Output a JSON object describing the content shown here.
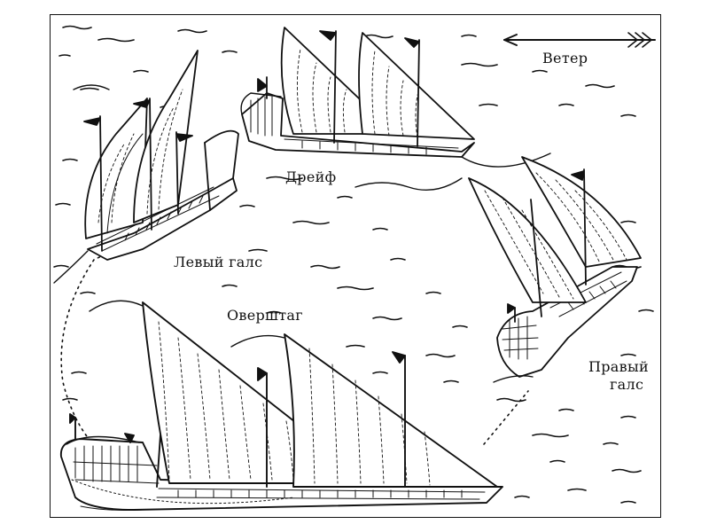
{
  "labels": {
    "wind": "Ветер",
    "drift": "Дрейф",
    "left_tack": "Левый галс",
    "tacking": "Оверштаг",
    "right_tack_line1": "Правый",
    "right_tack_line2": "галс"
  },
  "colors": {
    "ink": "#111111",
    "paper": "#ffffff"
  }
}
